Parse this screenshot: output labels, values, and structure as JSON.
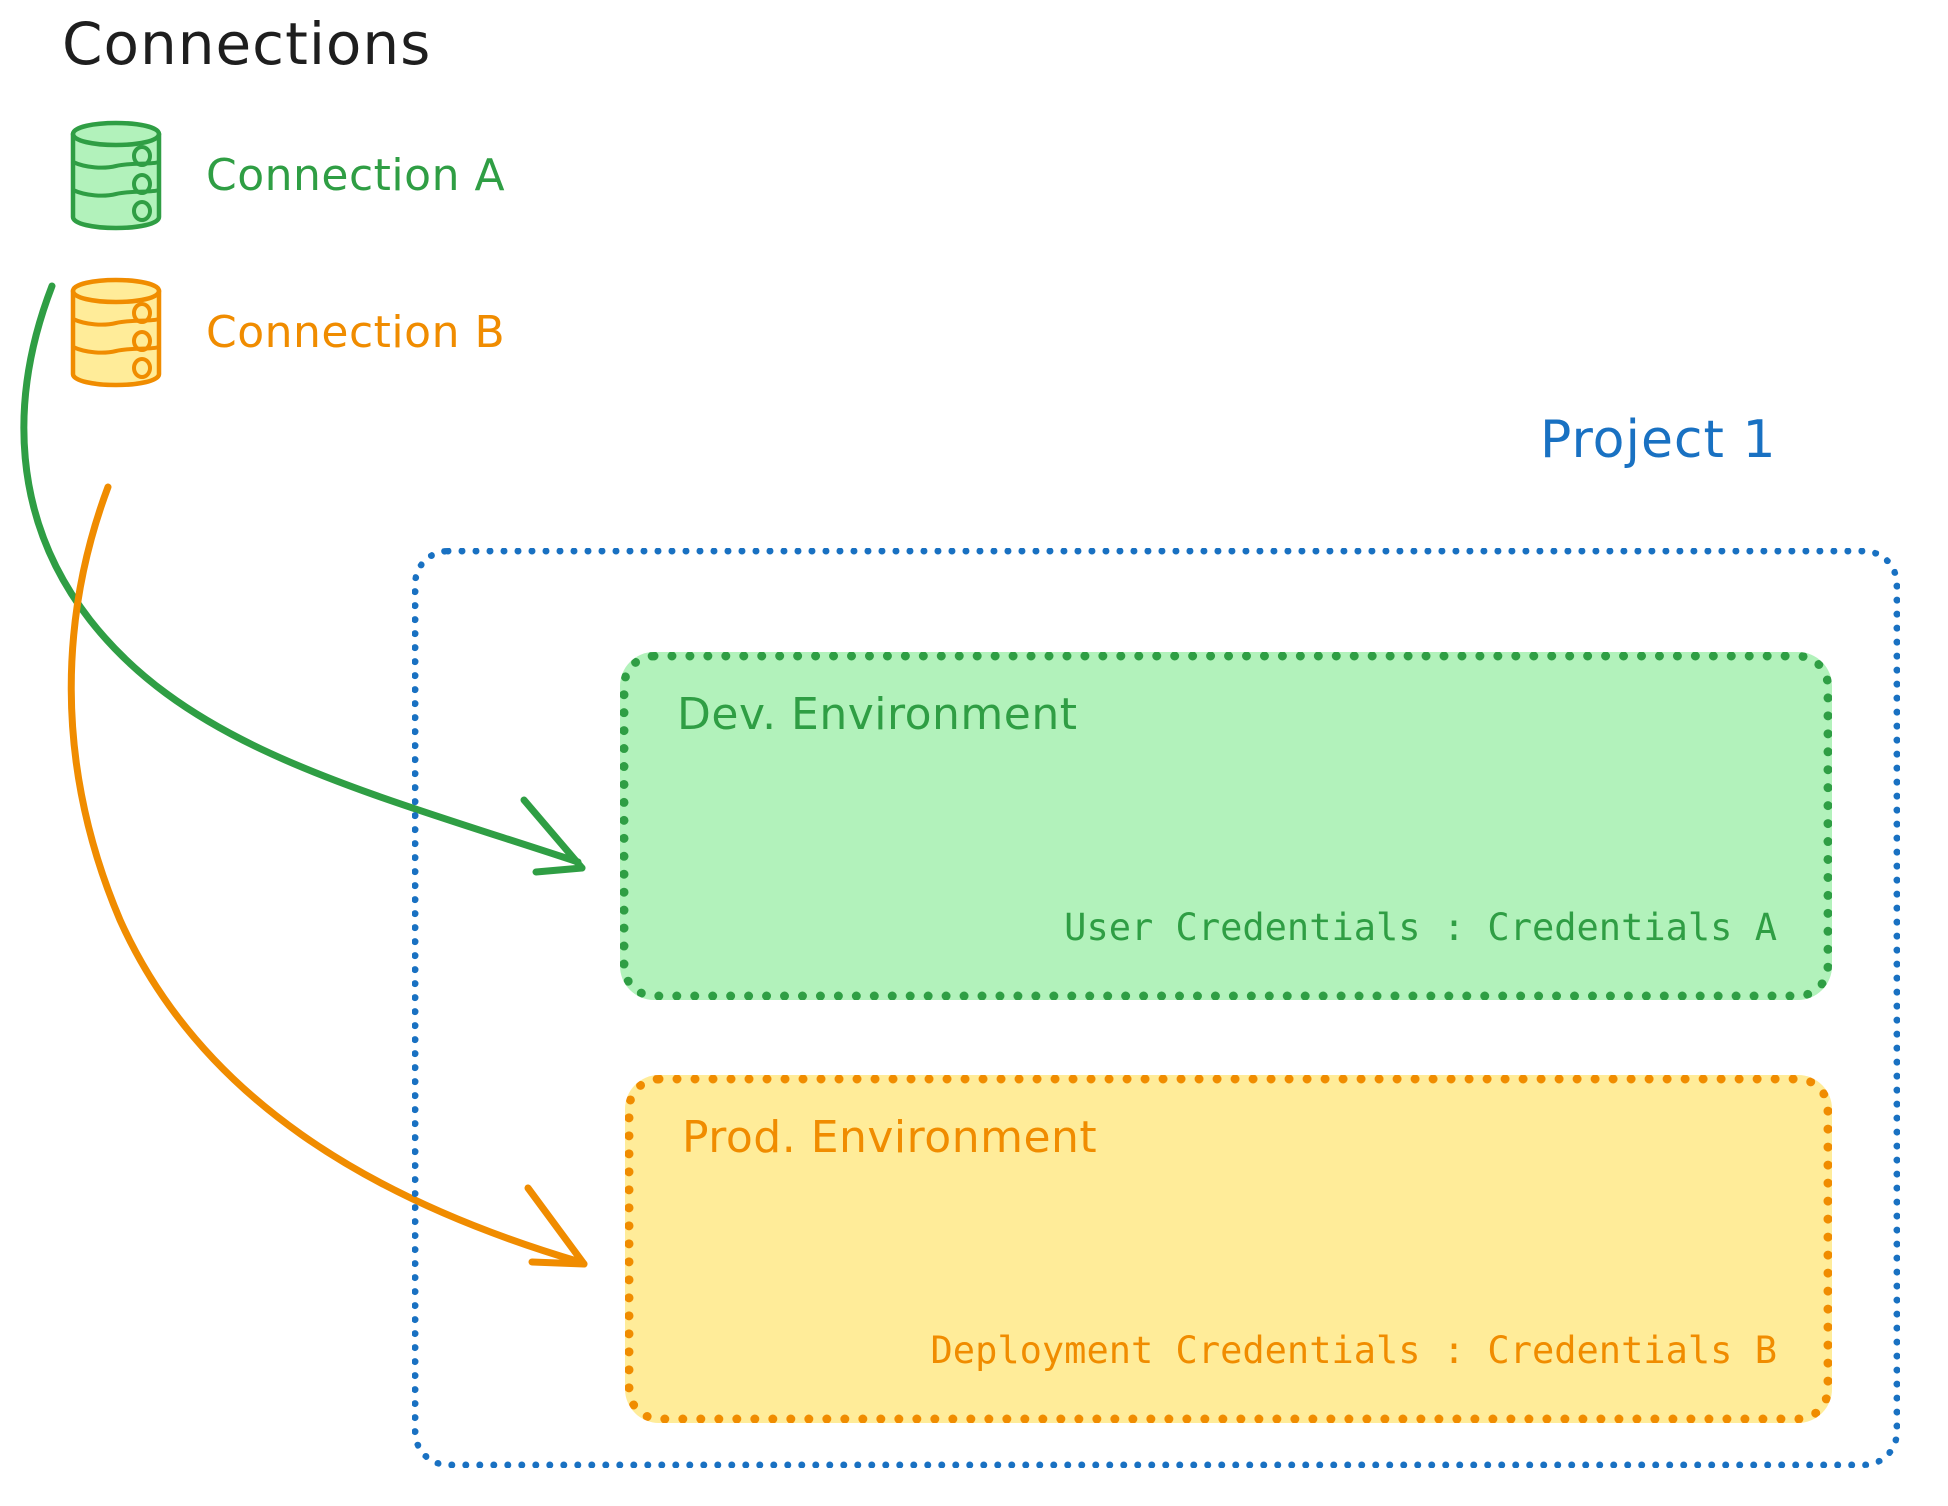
{
  "heading": {
    "connections_title": "Connections"
  },
  "connections": [
    {
      "id": "connection-a",
      "label": "Connection A",
      "icon": "database-cylinder-icon",
      "color": "#2f9e44",
      "fill": "#b2f2bb"
    },
    {
      "id": "connection-b",
      "label": "Connection B",
      "icon": "database-cylinder-icon",
      "color": "#f08c00",
      "fill": "#ffec99"
    }
  ],
  "project": {
    "title": "Project 1",
    "color": "#1971c2",
    "environments": [
      {
        "id": "dev-environment",
        "title": "Dev. Environment",
        "credentials_label": "User Credentials",
        "credentials_separator": ":",
        "credentials_value": "Credentials A",
        "credentials_line": "User Credentials : Credentials A",
        "color": "#2f9e44",
        "fill": "#b2f2bb"
      },
      {
        "id": "prod-environment",
        "title": "Prod. Environment",
        "credentials_label": "Deployment Credentials",
        "credentials_separator": ":",
        "credentials_value": "Credentials B",
        "credentials_line": "Deployment Credentials : Credentials B",
        "color": "#f08c00",
        "fill": "#ffec99"
      }
    ]
  },
  "arrows": [
    {
      "id": "arrow-connection-a-to-dev",
      "from": "connection-a",
      "to": "dev-environment",
      "color": "#2f9e44"
    },
    {
      "id": "arrow-connection-b-to-prod",
      "from": "connection-b",
      "to": "prod-environment",
      "color": "#f08c00"
    }
  ]
}
